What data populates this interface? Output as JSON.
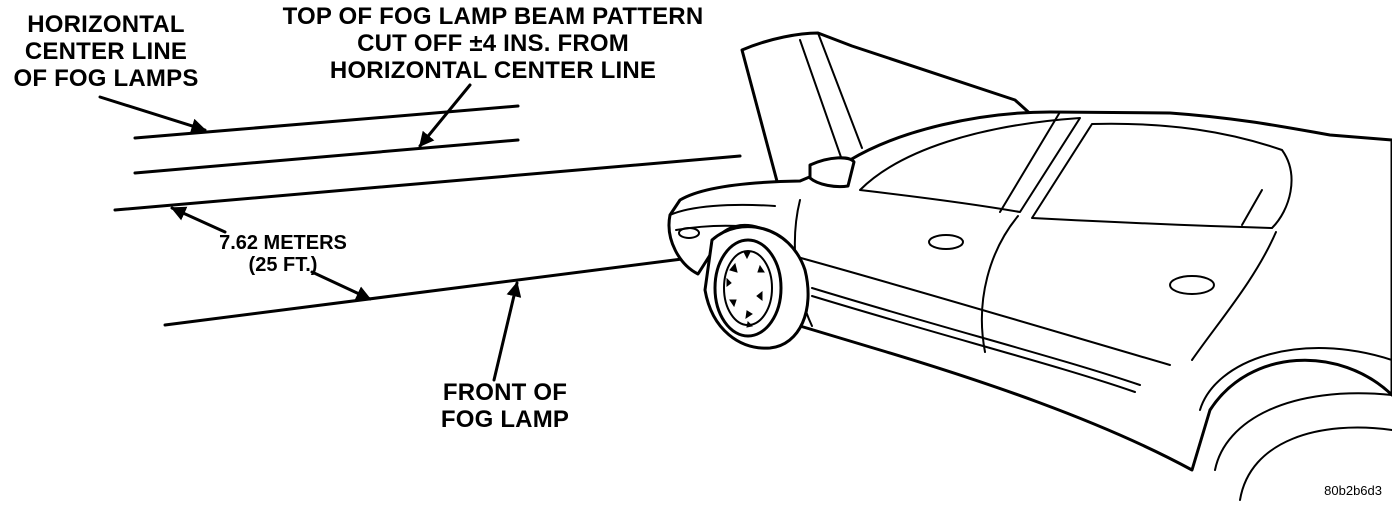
{
  "labels": {
    "horizontal_center_line": [
      "HORIZONTAL",
      "CENTER LINE",
      "OF FOG LAMPS"
    ],
    "top_of_beam": [
      "TOP OF FOG LAMP BEAM PATTERN",
      "CUT OFF ±4 INS. FROM",
      "HORIZONTAL CENTER LINE"
    ],
    "distance": [
      "7.62 METERS",
      "(25 FT.)"
    ],
    "front_of_fog_lamp": [
      "FRONT OF",
      "FOG LAMP"
    ],
    "figure_code": "80b2b6d3"
  }
}
